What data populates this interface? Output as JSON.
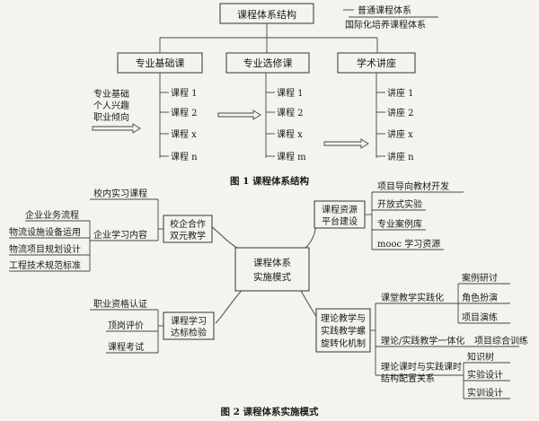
{
  "fig1": {
    "top_title": "课程体系结构",
    "legend": [
      "普通课程体系",
      "国际化培养课程体系"
    ],
    "columns": [
      {
        "title": "专业基础课",
        "items": [
          "课程 1",
          "课程 2",
          "课程 x",
          "课程 n"
        ]
      },
      {
        "title": "专业选修课",
        "items": [
          "课程 1",
          "课程 2",
          "课程 x",
          "课程 m"
        ]
      },
      {
        "title": "学术讲座",
        "items": [
          "讲座 1",
          "讲座 2",
          "讲座 x",
          "讲座 n"
        ]
      }
    ],
    "side_note": [
      "专业基础",
      "个人兴趣",
      "职业倾向"
    ],
    "caption": "图 1   课程体系结构"
  },
  "fig2": {
    "center": [
      "课程体系",
      "实施模式"
    ],
    "nodes": {
      "xiaoqi": [
        "校企合作",
        "双元教学"
      ],
      "ziyuan": [
        "课程资源",
        "平台建设"
      ],
      "dabiao": [
        "课程学习",
        "达标检验"
      ],
      "lilun": [
        "理论教学与",
        "实践教学螺",
        "旋转化机制"
      ]
    },
    "xiaoqi_items": {
      "in_school": "校内实习课程",
      "enterprise": "企业学习内容",
      "sub": [
        "企业业务流程",
        "物流设施设备运用",
        "物流项目规划设计",
        "工程技术规范标准"
      ]
    },
    "ziyuan_items": [
      "项目导向教材开发",
      "开放式实验",
      "专业案例库",
      "mooc 学习资源"
    ],
    "dabiao_items": [
      "职业资格认证",
      "顶岗评价",
      "课程考试"
    ],
    "lilun_items": {
      "classroom": "课堂教学实践化",
      "classroom_sub": [
        "案例研讨",
        "角色扮演",
        "项目演练"
      ],
      "integration": "理论/实践教学一体化",
      "integration_sub": "项目综合训练",
      "config": [
        "理论课时与实践课时",
        "结构配置关系"
      ],
      "config_sub": [
        "知识树",
        "实验设计",
        "实训设计"
      ]
    },
    "caption": "图 2   课程体系实施模式"
  }
}
